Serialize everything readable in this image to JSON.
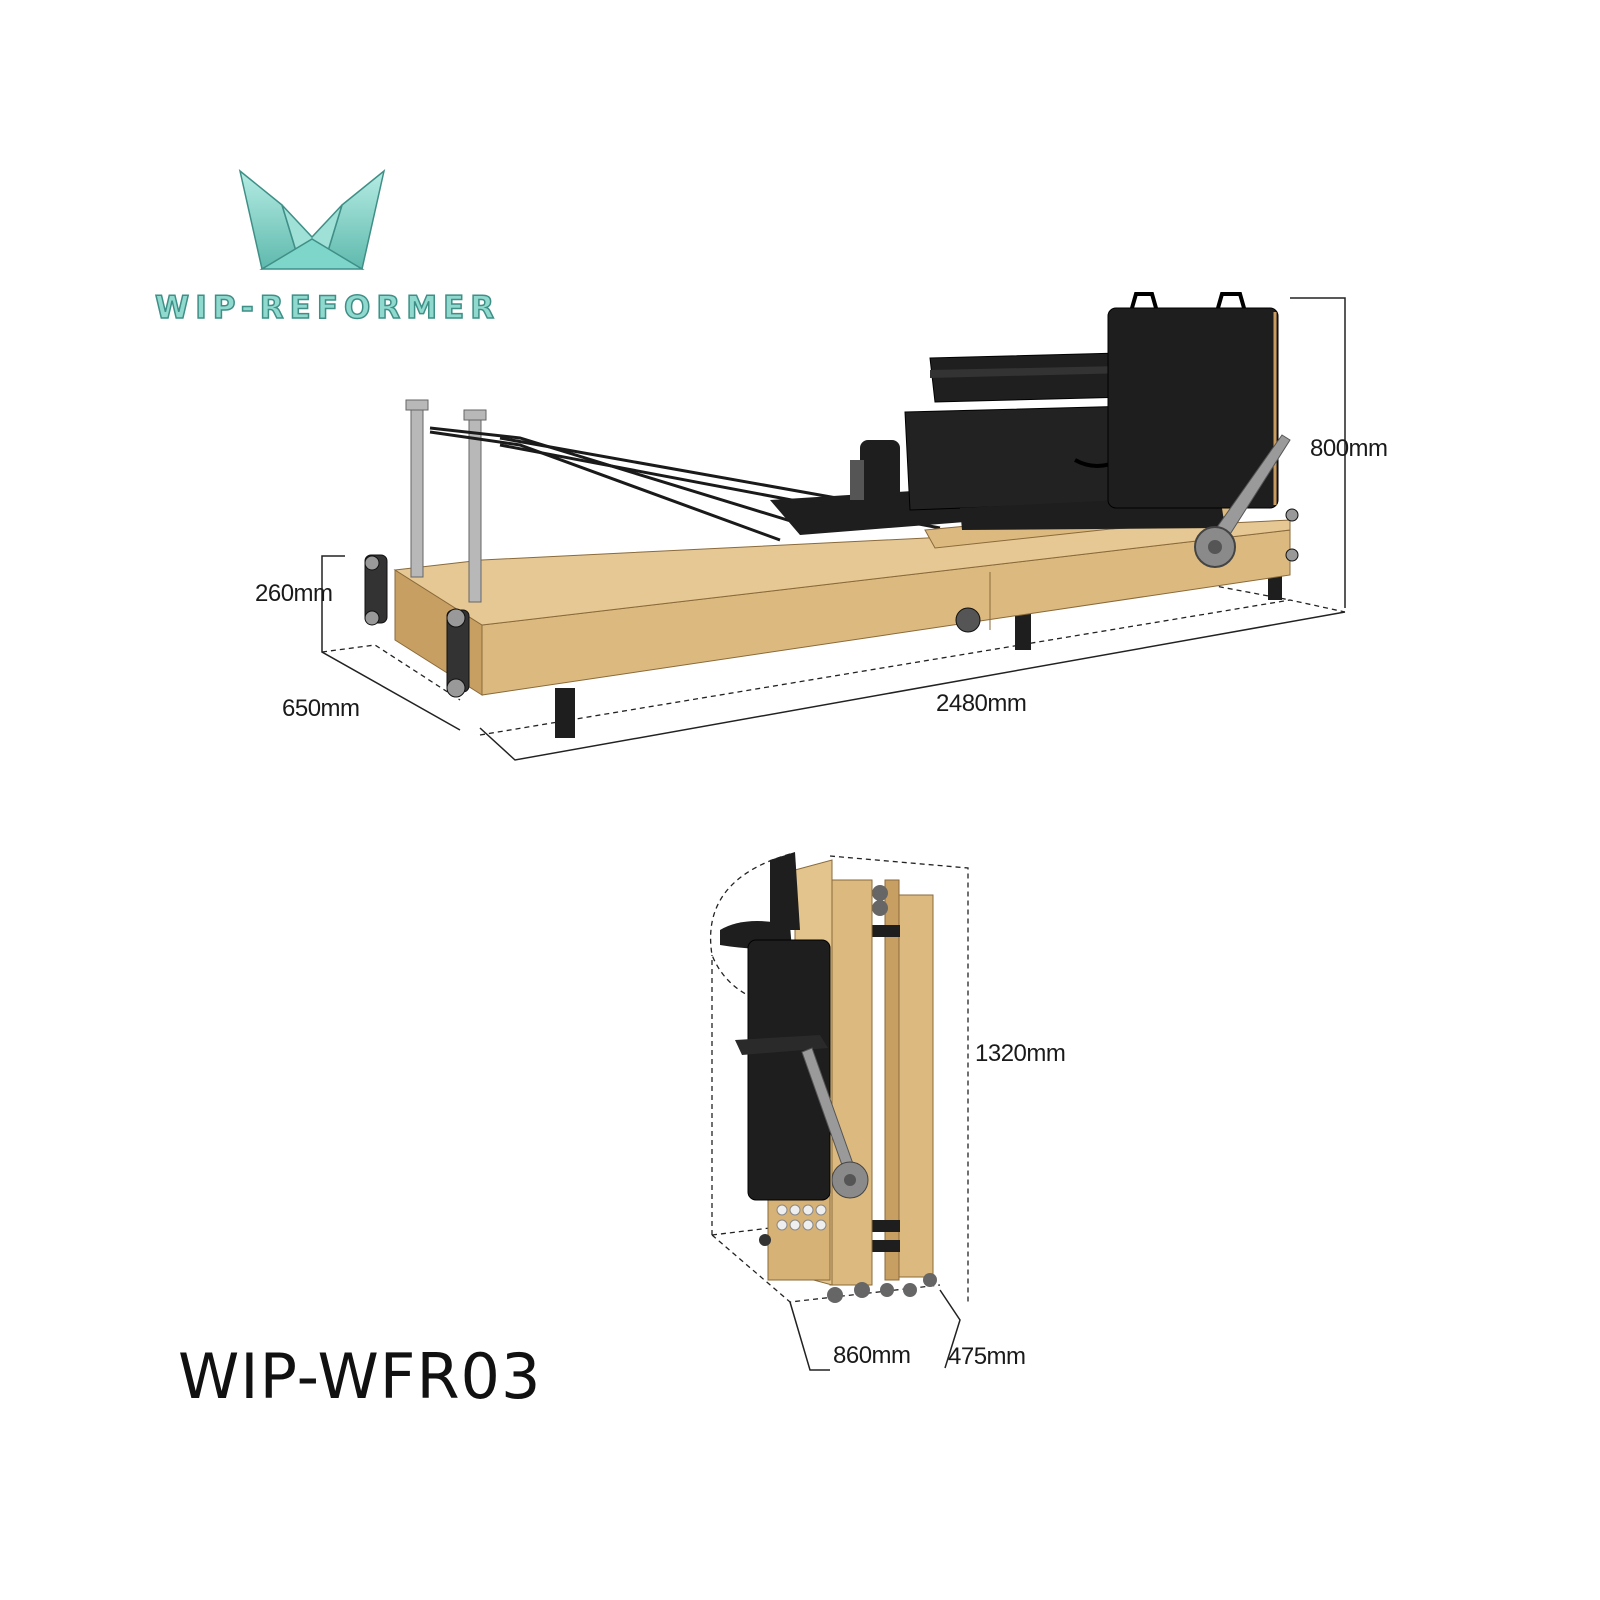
{
  "brand": {
    "name": "WIP-REFORMER",
    "logo": "wip-reformer-logo-icon",
    "colors": {
      "teal": "#7ed6cb",
      "teal_dark": "#3f8f87"
    }
  },
  "model": "WIP-WFR03",
  "images": {
    "reformer_unfolded": "wooden-pilates-reformer-with-sitting-box-and-tower",
    "reformer_folded": "wooden-pilates-reformer-folded-upright"
  },
  "dimensions": {
    "unfolded": {
      "height": "800mm",
      "bed_height": "260mm",
      "width": "650mm",
      "length": "2480mm"
    },
    "folded": {
      "height": "1320mm",
      "depth": "860mm",
      "width": "475mm"
    }
  },
  "colors": {
    "wood": "#d9b57a",
    "wood_dark": "#b88f55",
    "upholstery": "#1e1e1e",
    "steel": "#a8a8a8"
  }
}
